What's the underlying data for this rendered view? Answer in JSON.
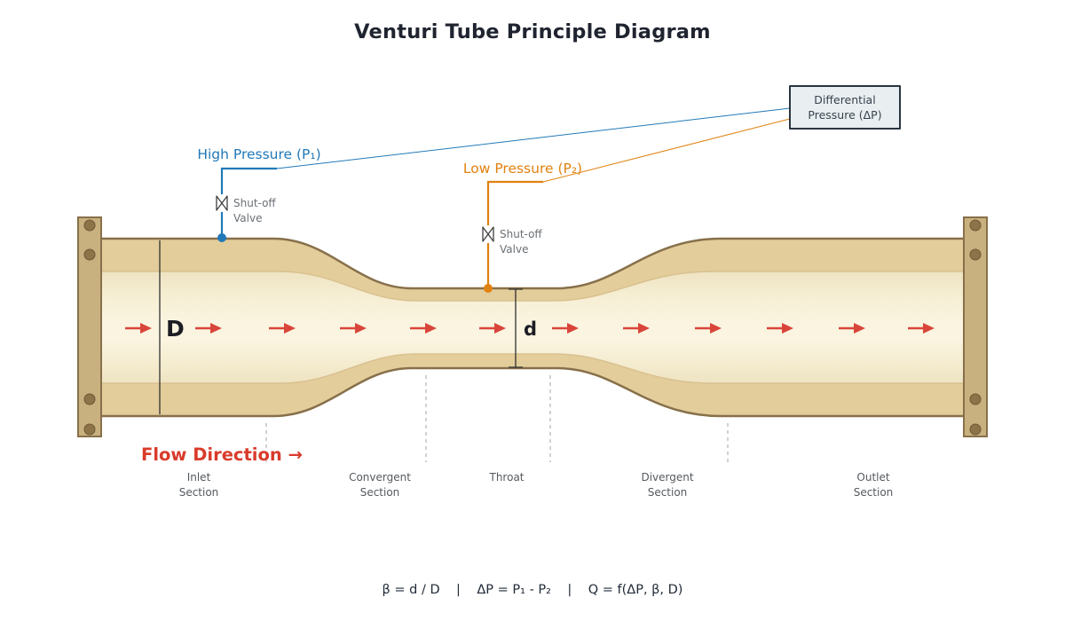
{
  "title": "Venturi Tube Principle Diagram",
  "gauge_box": {
    "line1": "Differential",
    "line2": "Pressure (ΔP)"
  },
  "pressure_taps": {
    "high": {
      "label": "High Pressure (P₁)",
      "color": "#2279b8"
    },
    "low": {
      "label": "Low Pressure (P₂)",
      "color": "#e0820f"
    }
  },
  "valve": {
    "label_line1": "Shut-off",
    "label_line2": "Valve"
  },
  "dimensions": {
    "inlet_diameter": "D",
    "throat_diameter": "d"
  },
  "flow": {
    "direction_label": "Flow Direction →",
    "arrow_count": 12,
    "arrow_color": "#d9453a"
  },
  "sections": [
    {
      "line1": "Inlet",
      "line2": "Section"
    },
    {
      "line1": "Convergent",
      "line2": "Section"
    },
    {
      "line1": "Throat",
      "line2": ""
    },
    {
      "line1": "Divergent",
      "line2": "Section"
    },
    {
      "line1": "Outlet",
      "line2": "Section"
    }
  ],
  "formula": "β = d / D    |    ΔP = P₁ - P₂    |    Q = f(ΔP, β, D)",
  "colors": {
    "tube_wall": "#e3cd9b",
    "tube_inner": "#faf4e0",
    "tube_outline": "#87704a",
    "flange": "#c9b07f",
    "bolt": "#8d7347",
    "title_text": "#1f2430",
    "section_text": "#55595e",
    "flow_red": "#d9453a",
    "gauge_fill": "#e9eef1",
    "gauge_border": "#2a3540"
  }
}
